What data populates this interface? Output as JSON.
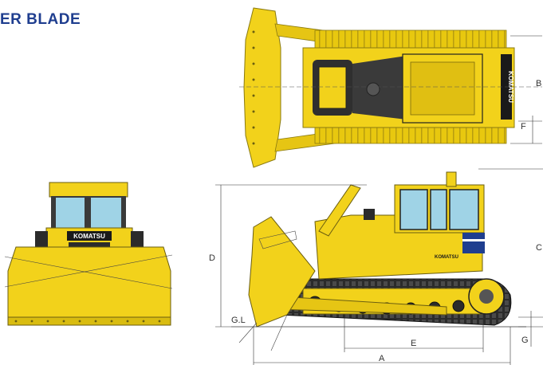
{
  "heading": "ER BLADE",
  "brand": "KOMATSU",
  "dimensions": {
    "a": "A",
    "b": "B",
    "c": "C",
    "d": "D",
    "e": "E",
    "f": "F",
    "g": "G",
    "gl": "G.L"
  },
  "colors": {
    "machine_yellow": "#f2d21b",
    "heading_blue": "#1f3e8f",
    "track_dark": "#2b2b2b",
    "glass": "#9fd3e6"
  }
}
